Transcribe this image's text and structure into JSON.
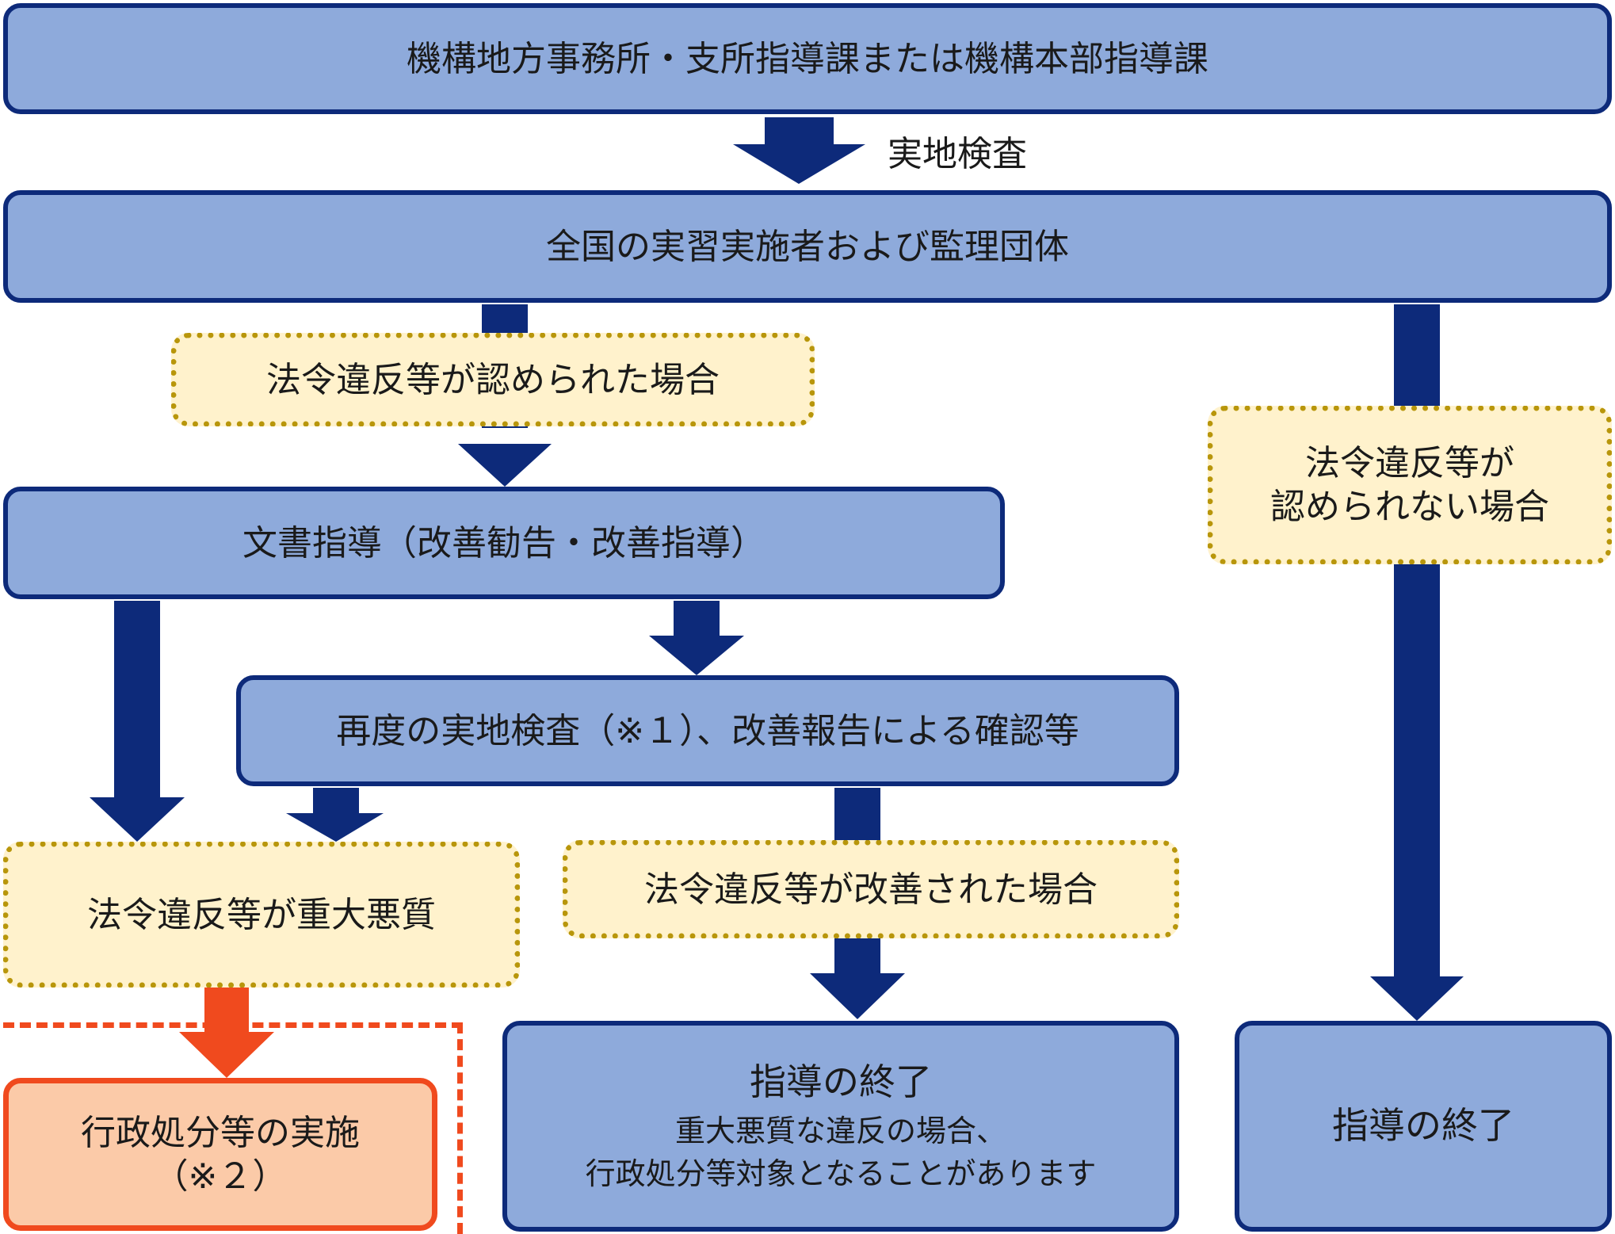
{
  "nodes": {
    "head_office": "機構地方事務所・支所指導課または機構本部指導課",
    "targets": "全国の実習実施者および監理団体",
    "document_guidance": "文書指導（改善勧告・改善指導）",
    "reinspection": "再度の実地検査（※１）、改善報告による確認等",
    "guidance_end_left": {
      "title": "指導の終了",
      "note_line1": "重大悪質な違反の場合、",
      "note_line2": "行政処分等対象となることがあります"
    },
    "guidance_end_right": "指導の終了",
    "admin_action": {
      "line1": "行政処分等の実施",
      "line2": "（※２）"
    }
  },
  "conditions": {
    "violation_found": "法令違反等が認められた場合",
    "violation_not_found": {
      "line1": "法令違反等が",
      "line2": "認められない場合"
    },
    "violation_serious": "法令違反等が重大悪質",
    "violation_corrected": "法令違反等が改善された場合"
  },
  "edge_labels": {
    "onsite_inspection": "実地検査"
  },
  "colors": {
    "box_fill": "#8eaadb",
    "box_border": "#0d2a7a",
    "arrow": "#0d2a7a",
    "condition_fill": "#fff2cc",
    "condition_border": "#b8960b",
    "action_fill": "#fbcaa8",
    "action_border": "#f04a1e"
  }
}
